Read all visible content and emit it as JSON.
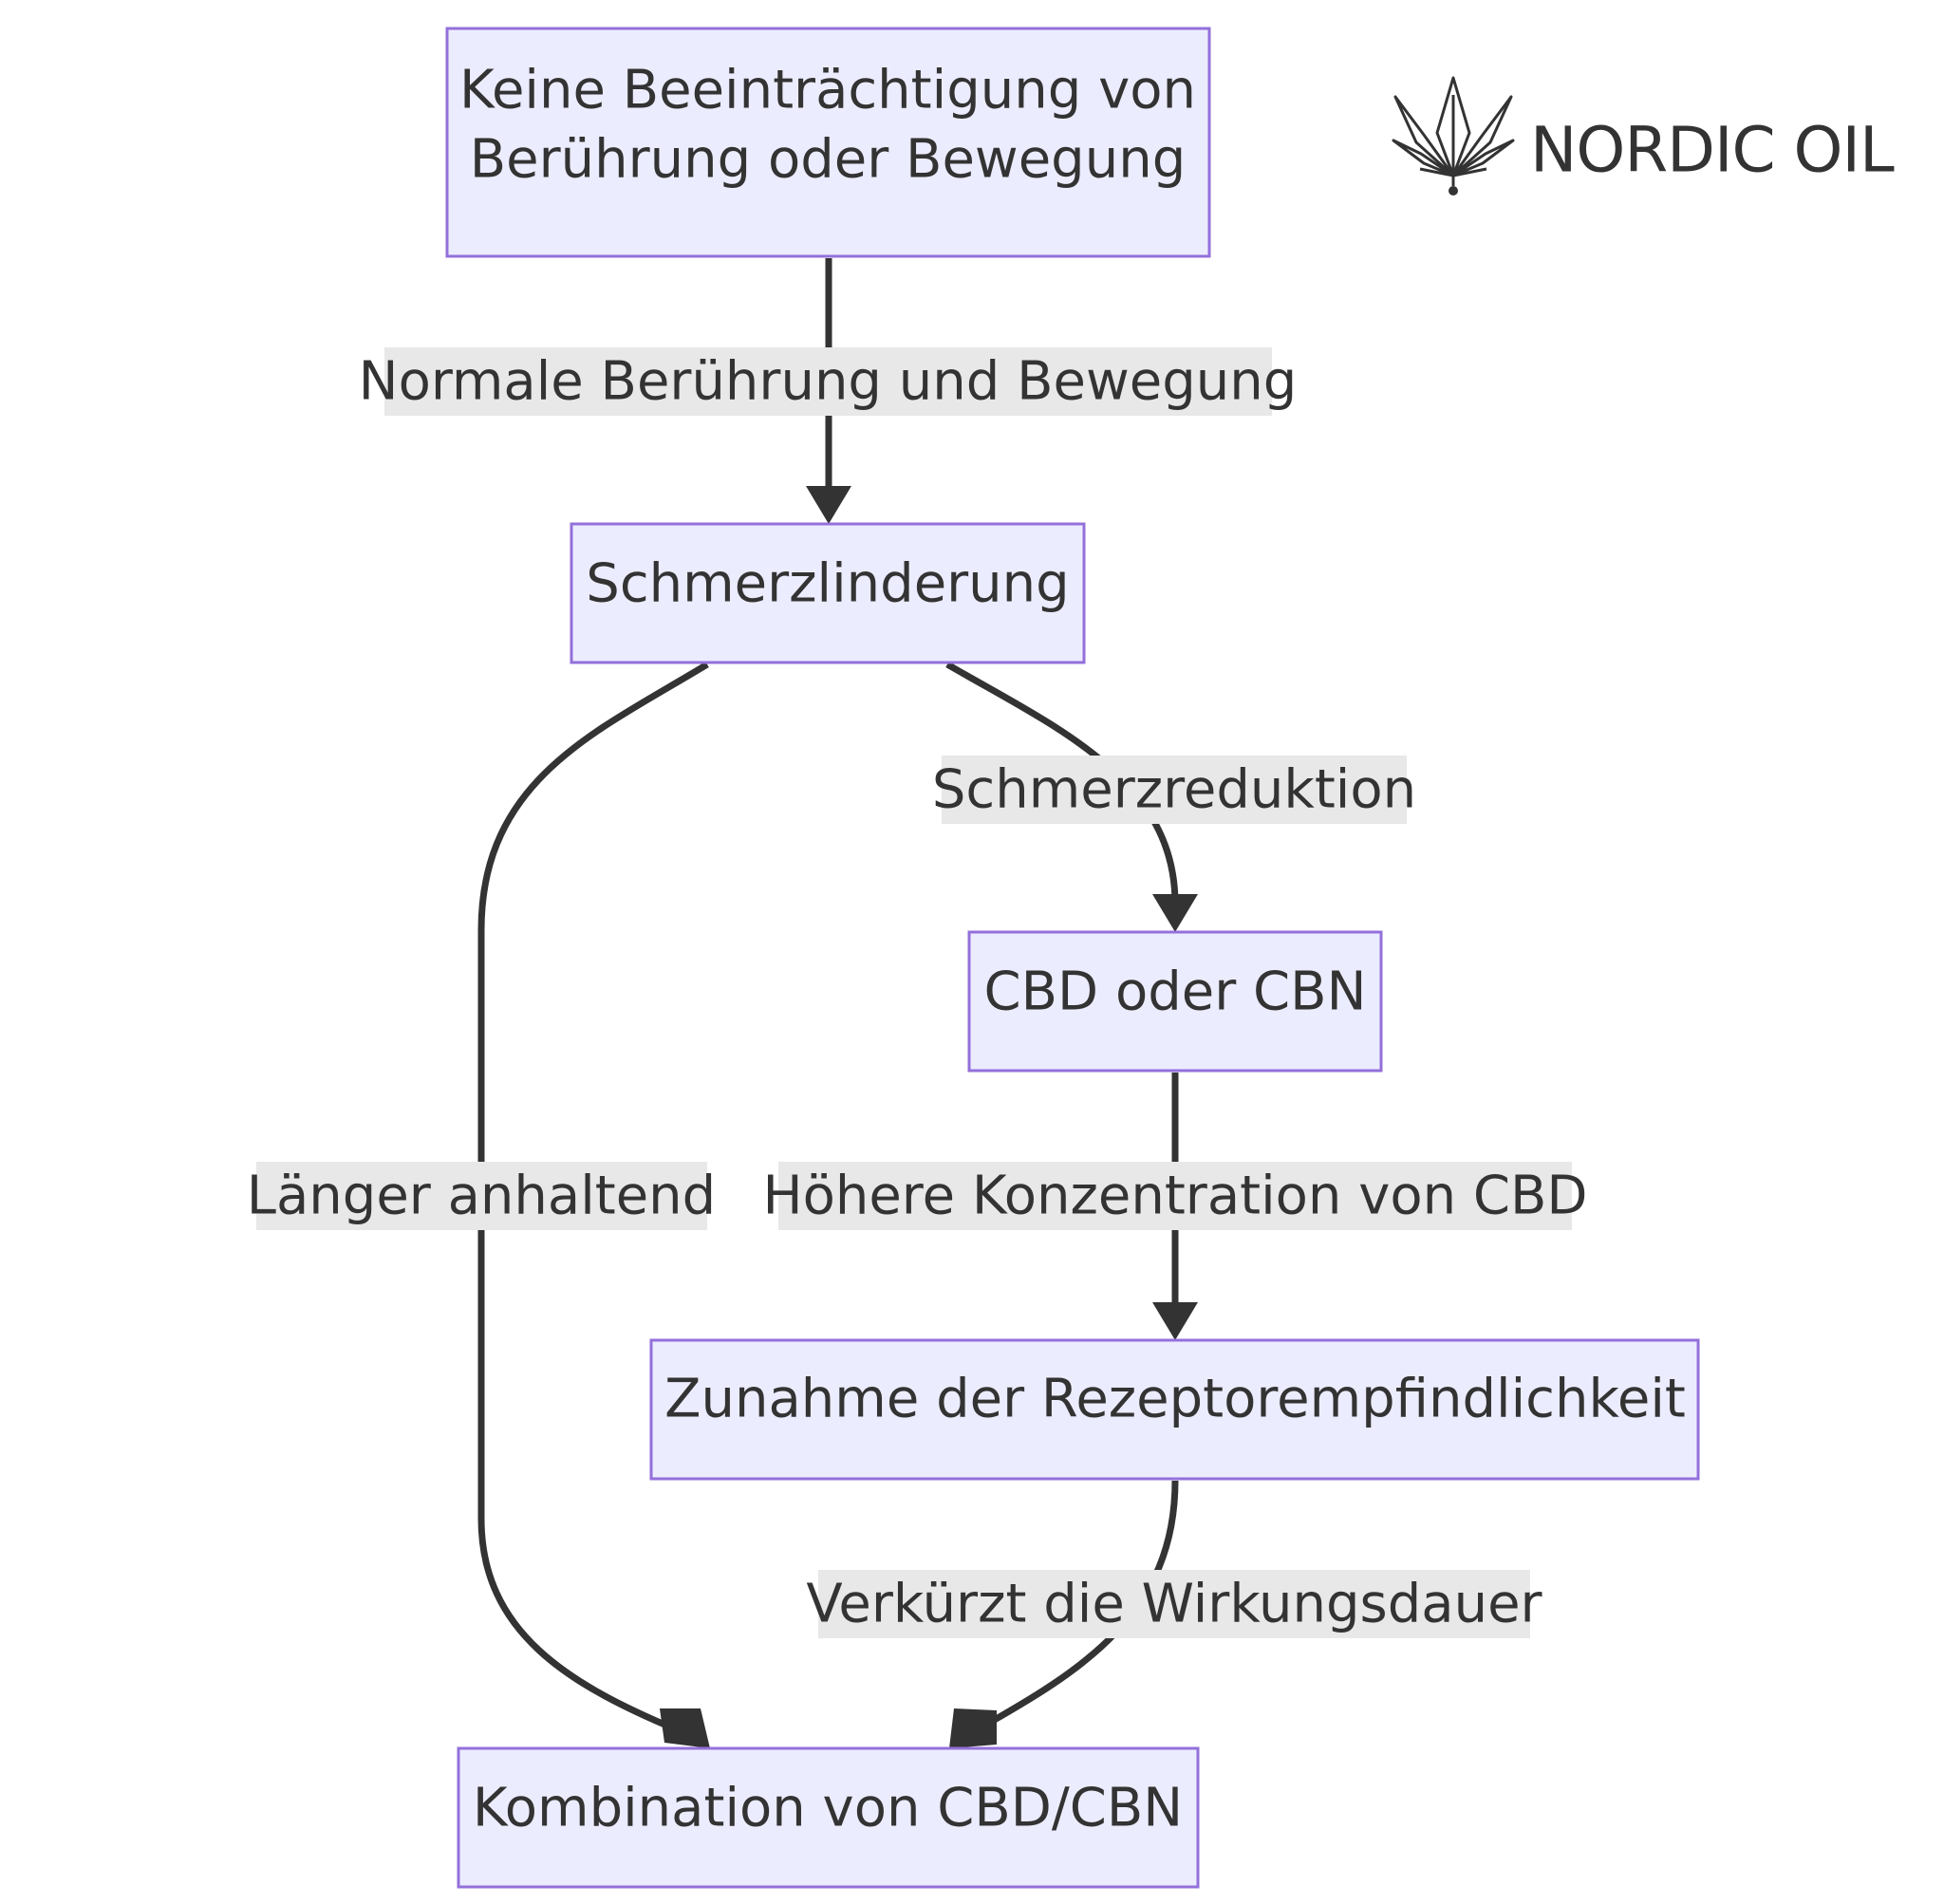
{
  "brand": {
    "name": "NORDIC OIL",
    "logo_icon": "cannabis-leaf-icon"
  },
  "nodes": {
    "keine": {
      "line1": "Keine Beeinträchtigung von",
      "line2": "Berührung oder Bewegung"
    },
    "schmerzlinderung": {
      "label": "Schmerzlinderung"
    },
    "cbd_oder_cbn": {
      "label": "CBD oder CBN"
    },
    "zunahme": {
      "label": "Zunahme der Rezeptorempfindlichkeit"
    },
    "kombination": {
      "label": "Kombination von CBD/CBN"
    }
  },
  "edges": {
    "normale": {
      "label": "Normale Berührung und Bewegung"
    },
    "schmerzreduktion": {
      "label": "Schmerzreduktion"
    },
    "laenger": {
      "label": "Länger anhaltend"
    },
    "hoehere": {
      "label": "Höhere Konzentration von CBD"
    },
    "verkuerzt": {
      "label": "Verkürzt die Wirkungsdauer"
    }
  },
  "colors": {
    "node_fill": "#ECECFF",
    "node_stroke": "#9370DB",
    "edge": "#333333",
    "edge_label_bg": "#E8E8E8"
  }
}
